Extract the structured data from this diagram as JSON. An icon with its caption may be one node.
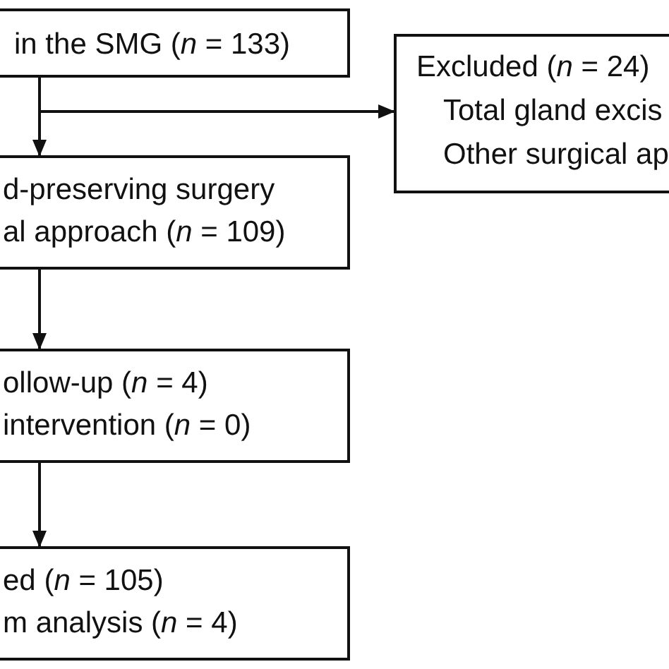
{
  "diagram": {
    "nodes": [
      {
        "text": [
          "in the SMG (*n* = 133)"
        ]
      },
      {
        "text": [
          "Excluded (*n* = 24)",
          "Total gland excis",
          "Other surgical ap"
        ]
      },
      {
        "text": [
          "d-preserving surgery",
          "al approach (*n* = 109)"
        ]
      },
      {
        "text": [
          "ollow-up (*n* = 4)",
          "intervention (*n* = 0)"
        ]
      },
      {
        "text": [
          "ed (*n* = 105)",
          "m analysis (*n* = 4)"
        ]
      }
    ],
    "edges": [
      {
        "from": 0,
        "to": 2,
        "arrow": "to"
      },
      {
        "from": 0,
        "to": 1,
        "arrow": "to"
      },
      {
        "from": 2,
        "to": 3,
        "arrow": "to"
      },
      {
        "from": 3,
        "to": 4,
        "arrow": "to"
      }
    ]
  }
}
